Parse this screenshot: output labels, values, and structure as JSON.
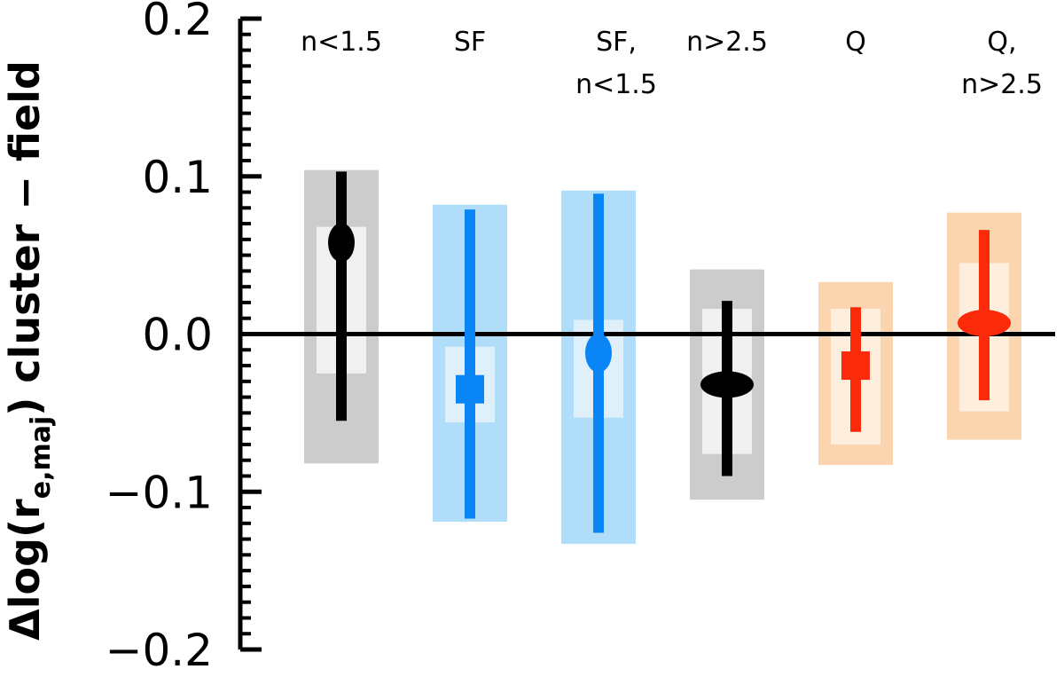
{
  "chart_data": {
    "type": "scatter",
    "title": "",
    "xlabel": "",
    "ylabel": {
      "prefix": "Δlog(r",
      "subscript": "e,maj",
      "suffix": ")  cluster − field"
    },
    "ylim": [
      -0.2,
      0.2
    ],
    "yticks": [
      {
        "value": 0.2,
        "label": "0.2"
      },
      {
        "value": 0.1,
        "label": "0.1"
      },
      {
        "value": 0.0,
        "label": "0.0"
      },
      {
        "value": -0.1,
        "label": "−0.1"
      },
      {
        "value": -0.2,
        "label": "−0.2"
      }
    ],
    "zero_line": 0.0,
    "grid": false,
    "legend": "none",
    "categories": [
      {
        "label": [
          "n<1.5"
        ],
        "value": 0.058,
        "marker": "ellipse-vertical",
        "errorbar": [
          -0.055,
          0.103
        ],
        "inner_band": [
          -0.025,
          0.068
        ],
        "outer_band": [
          -0.082,
          0.104
        ],
        "colors": {
          "marker": "#000000",
          "inner": "#f0f0f0",
          "outer": "#cccccc"
        }
      },
      {
        "label": [
          "SF"
        ],
        "value": -0.035,
        "marker": "square",
        "errorbar": [
          -0.117,
          0.079
        ],
        "inner_band": [
          -0.056,
          -0.008
        ],
        "outer_band": [
          -0.119,
          0.082
        ],
        "colors": {
          "marker": "#0a85f5",
          "inner": "#dff0fb",
          "outer": "#b0ddf9"
        }
      },
      {
        "label": [
          "SF,",
          "n<1.5"
        ],
        "value": -0.012,
        "marker": "ellipse-vertical",
        "errorbar": [
          -0.126,
          0.089
        ],
        "inner_band": [
          -0.053,
          0.009
        ],
        "outer_band": [
          -0.133,
          0.091
        ],
        "colors": {
          "marker": "#0a85f5",
          "inner": "#dff0fb",
          "outer": "#b0ddf9"
        }
      },
      {
        "label": [
          "n>2.5"
        ],
        "value": -0.032,
        "marker": "ellipse-horizontal",
        "errorbar": [
          -0.09,
          0.021
        ],
        "inner_band": [
          -0.076,
          0.016
        ],
        "outer_band": [
          -0.105,
          0.041
        ],
        "colors": {
          "marker": "#000000",
          "inner": "#f0f0f0",
          "outer": "#cccccc"
        }
      },
      {
        "label": [
          "Q"
        ],
        "value": -0.02,
        "marker": "square",
        "errorbar": [
          -0.062,
          0.017
        ],
        "inner_band": [
          -0.07,
          0.016
        ],
        "outer_band": [
          -0.083,
          0.033
        ],
        "colors": {
          "marker": "#fb2a08",
          "inner": "#fdeedd",
          "outer": "#fad5b0"
        }
      },
      {
        "label": [
          "Q,",
          "n>2.5"
        ],
        "value": 0.007,
        "marker": "ellipse-horizontal",
        "errorbar": [
          -0.042,
          0.066
        ],
        "inner_band": [
          -0.049,
          0.045
        ],
        "outer_band": [
          -0.067,
          0.077
        ],
        "colors": {
          "marker": "#fb2a08",
          "inner": "#fdeedd",
          "outer": "#fad5b0"
        }
      }
    ]
  }
}
